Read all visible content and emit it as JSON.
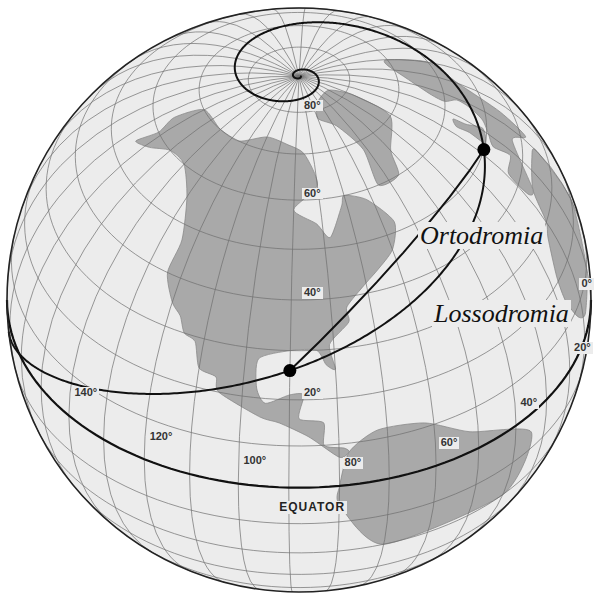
{
  "diagram": {
    "labels": [
      "80°",
      "60°",
      "40°",
      "20°",
      "140°",
      "120°",
      "100°",
      "80°",
      "60°",
      "40°",
      "20°",
      "0°",
      "EQUATOR",
      "Ortodromia",
      "Lossodromia"
    ]
  }
}
